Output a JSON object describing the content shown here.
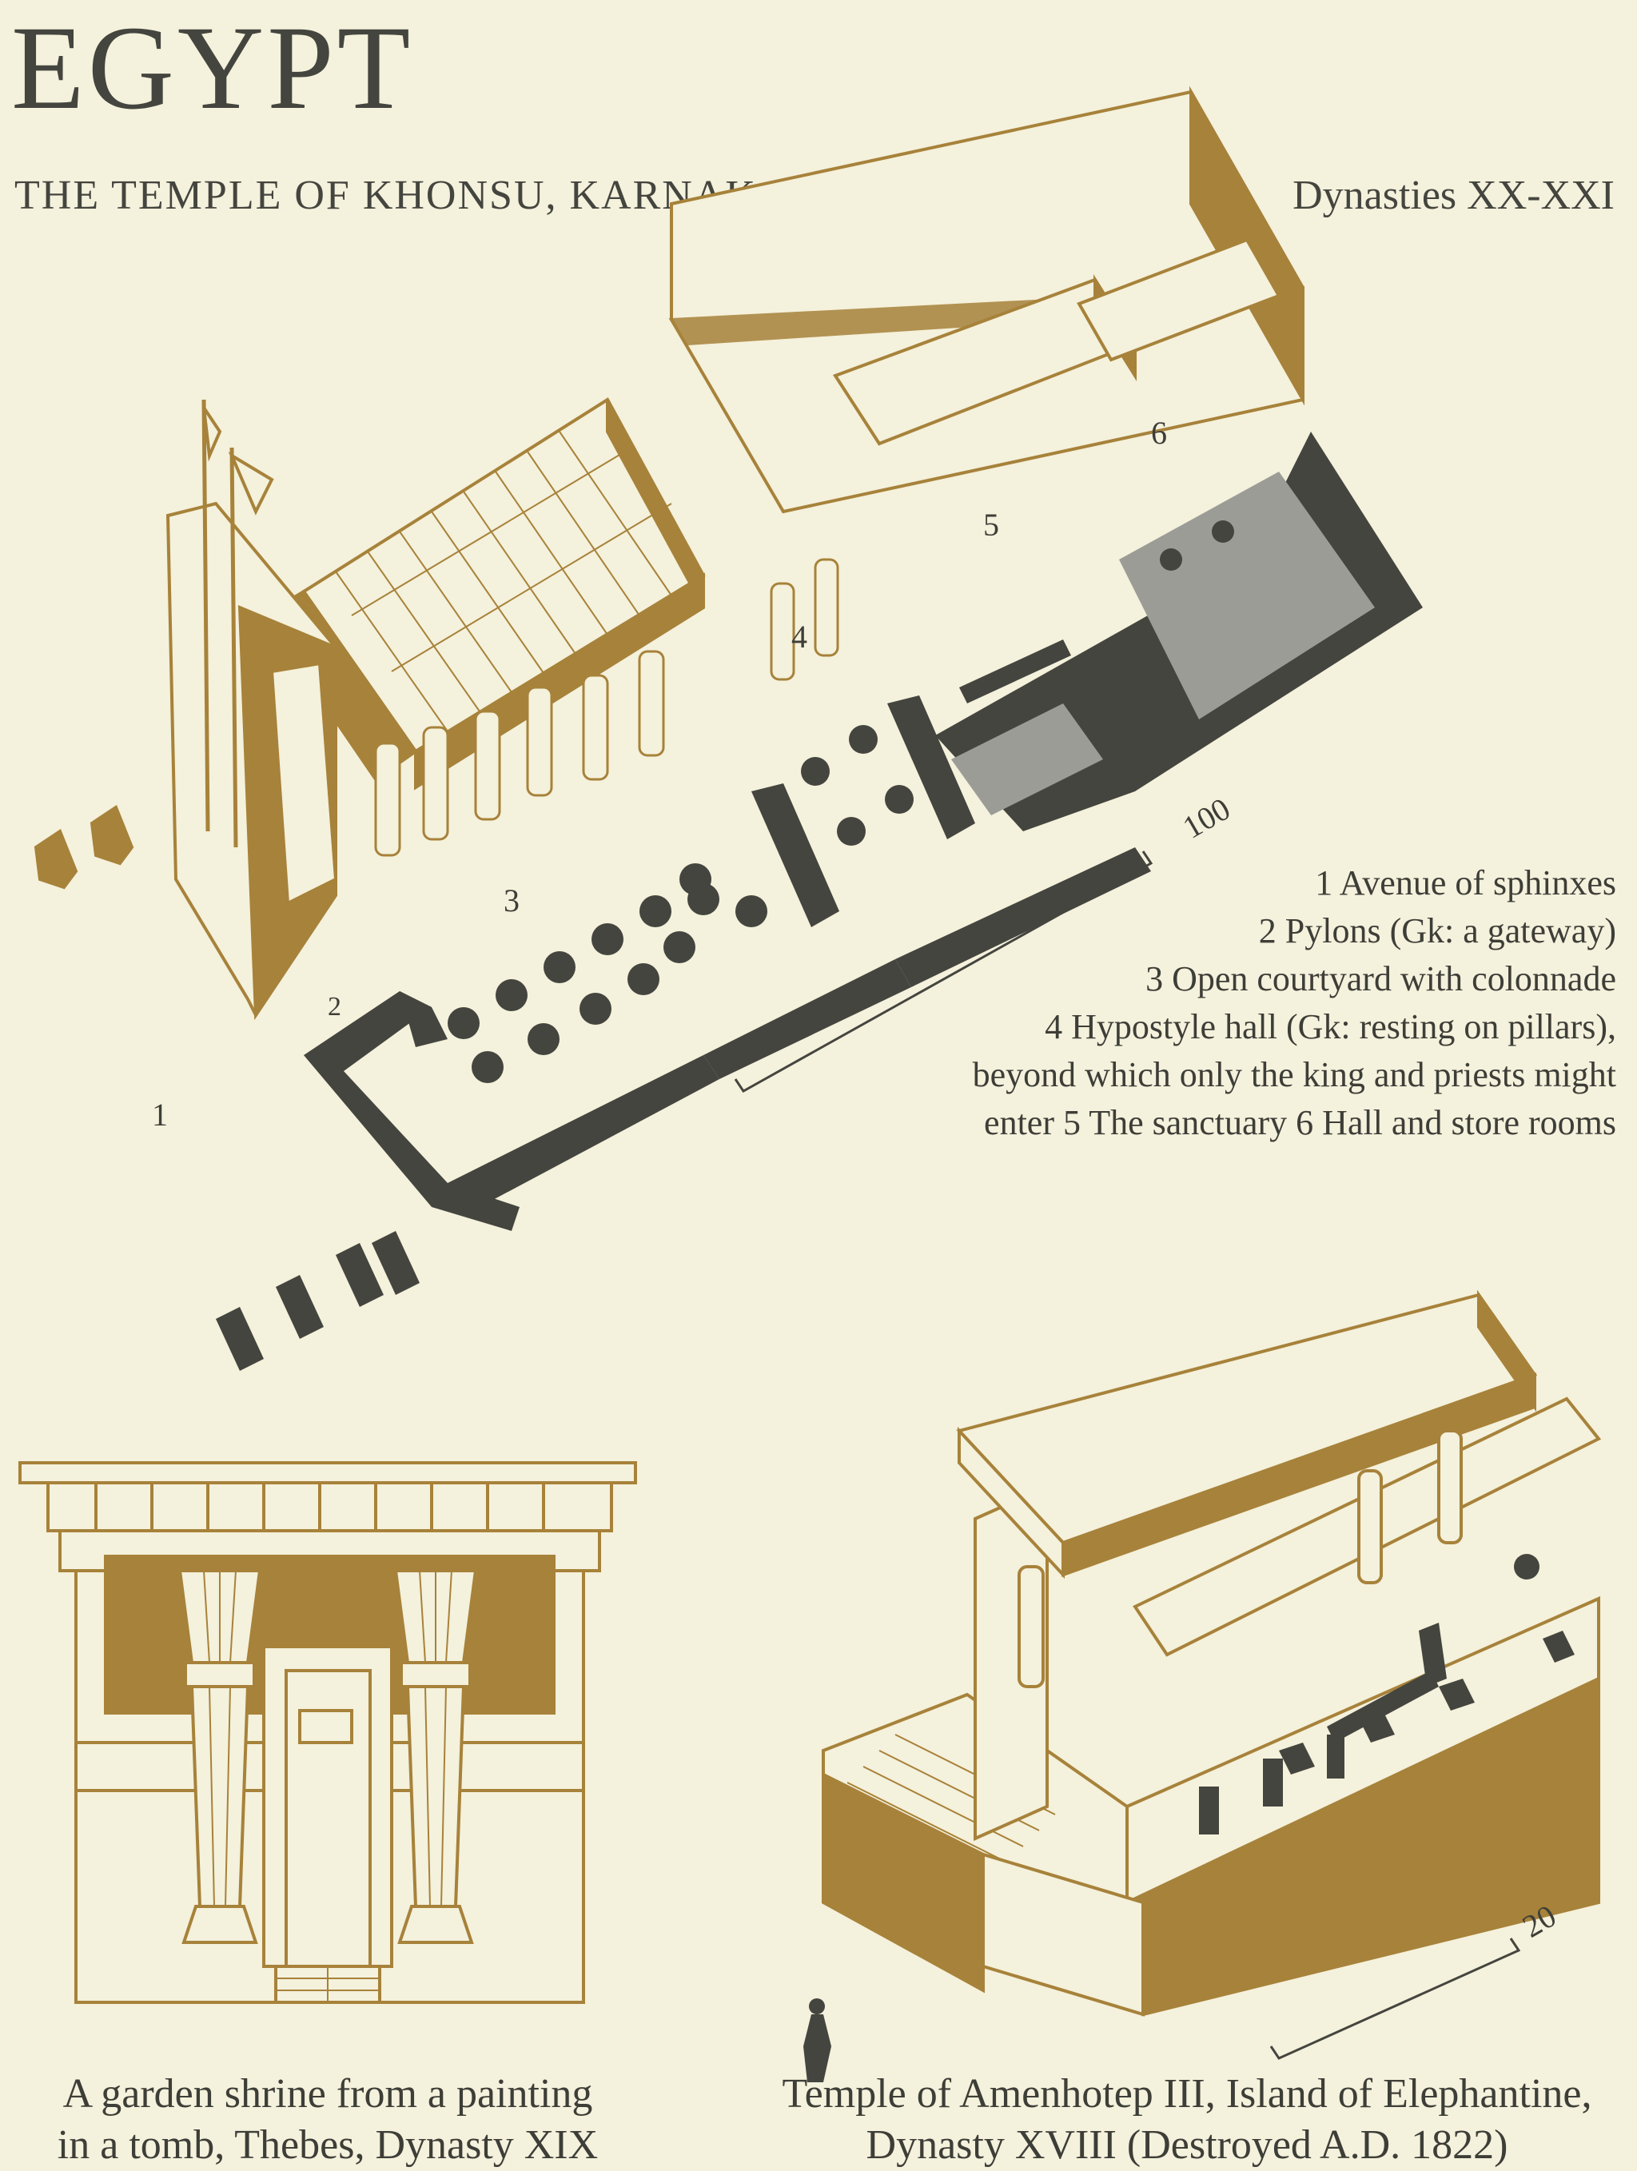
{
  "header": {
    "title": "EGYPT",
    "subtitle": "THE TEMPLE OF KHONSU, KARNAK",
    "dynasties": "Dynasties XX-XXI"
  },
  "khonsu": {
    "labels": [
      "1",
      "2",
      "3",
      "4",
      "5",
      "6"
    ],
    "scale": "100",
    "legend": [
      "1 Avenue of sphinxes",
      "2 Pylons (Gk: a gateway)",
      "3 Open courtyard with colonnade",
      "4 Hypostyle hall (Gk: resting on pillars),",
      "beyond which only the king and priests might",
      "enter 5 The sanctuary 6 Hall and store rooms"
    ]
  },
  "shrine": {
    "caption_line1": "A garden shrine from a painting",
    "caption_line2": "in a tomb, Thebes, Dynasty XIX"
  },
  "amenhotep": {
    "scale": "20",
    "caption_line1": "Temple of Amenhotep III, Island of Elephantine,",
    "caption_line2": "Dynasty XVIII (Destroyed A.D. 1822)"
  },
  "colors": {
    "ochre": "#a7823a",
    "dark": "#45453f",
    "grey": "#9c9c97",
    "paper": "#f4f1dc"
  }
}
